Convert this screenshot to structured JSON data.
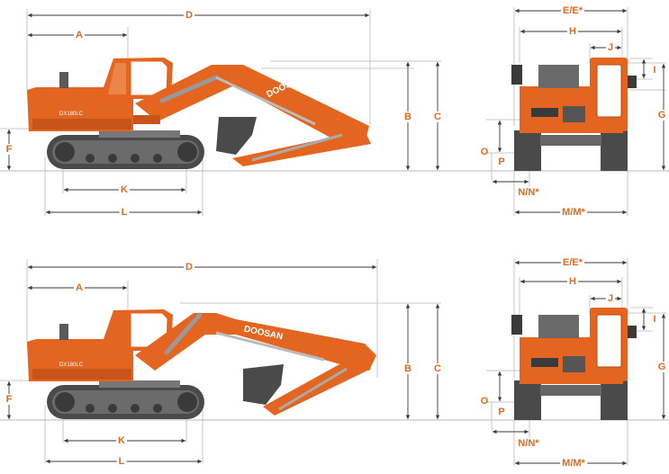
{
  "brand": {
    "color_body": "#e4651f",
    "color_dark": "#3a3a3a",
    "color_track": "#555555",
    "color_dim": "#e2691f",
    "color_line": "#b9b9b9"
  },
  "diagrams": [
    {
      "boom_text": "DOOSAN",
      "side_model": "DX180LC",
      "labels": {
        "A": "A",
        "D": "D",
        "B": "B",
        "C": "C",
        "F": "F",
        "K": "K",
        "L": "L",
        "E": "E/E*",
        "H": "H",
        "J": "J",
        "I": "I",
        "G": "G",
        "O": "O",
        "P": "P",
        "N": "N/N*",
        "M": "M/M*"
      }
    },
    {
      "boom_text": "DOOSAN",
      "side_model": "DX180LC",
      "labels": {
        "A": "A",
        "D": "D",
        "B": "B",
        "C": "C",
        "F": "F",
        "K": "K",
        "L": "L",
        "E": "E/E*",
        "H": "H",
        "J": "J",
        "I": "I",
        "G": "G",
        "O": "O",
        "P": "P",
        "N": "N/N*",
        "M": "M/M*"
      }
    }
  ]
}
